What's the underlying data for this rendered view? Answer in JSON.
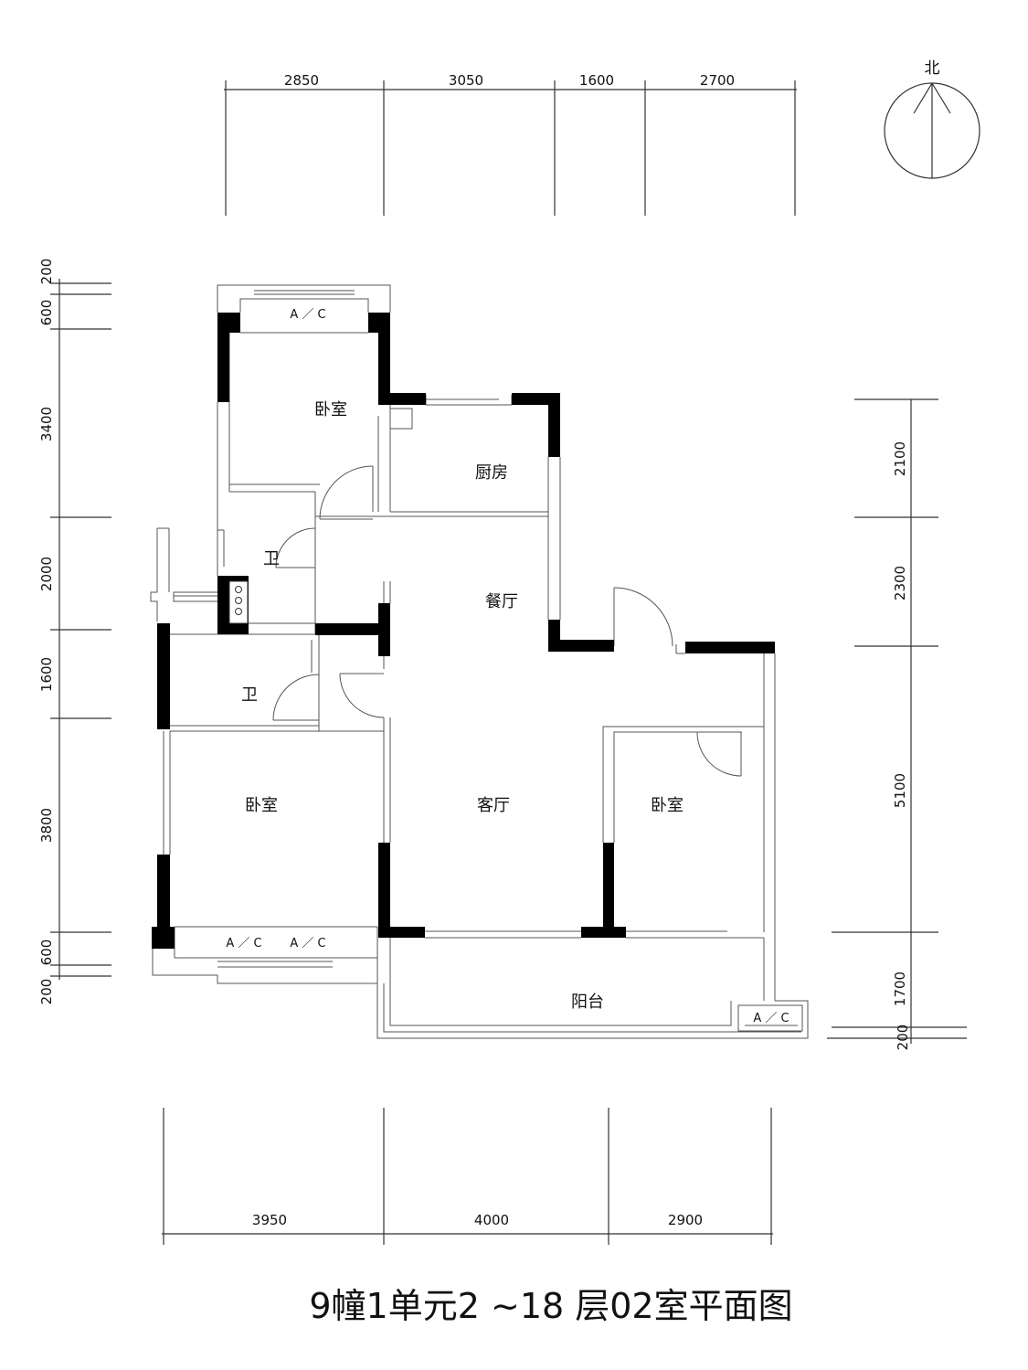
{
  "north_label": "北",
  "title": "9幢1单元2 ~18 层02室平面图",
  "top_dims": [
    "2850",
    "3050",
    "1600",
    "2700"
  ],
  "bottom_dims": [
    "3950",
    "4000",
    "2900"
  ],
  "left_dims": [
    "200",
    "600",
    "3400",
    "2000",
    "1600",
    "3800",
    "600",
    "200"
  ],
  "right_dims": [
    "2100",
    "2300",
    "5100",
    "1700",
    "200"
  ],
  "rooms": {
    "bedroom_top": "卧室",
    "kitchen": "厨房",
    "bath_upper": "卫",
    "dining": "餐厅",
    "bath_lower": "卫",
    "bedroom_left": "卧室",
    "living": "客厅",
    "bedroom_right": "卧室",
    "balcony": "阳台"
  },
  "ac_units": {
    "top": "A ／ C",
    "bottom_1": "A ／ C",
    "bottom_2": "A ／ C",
    "balcony": "A ／ C"
  }
}
